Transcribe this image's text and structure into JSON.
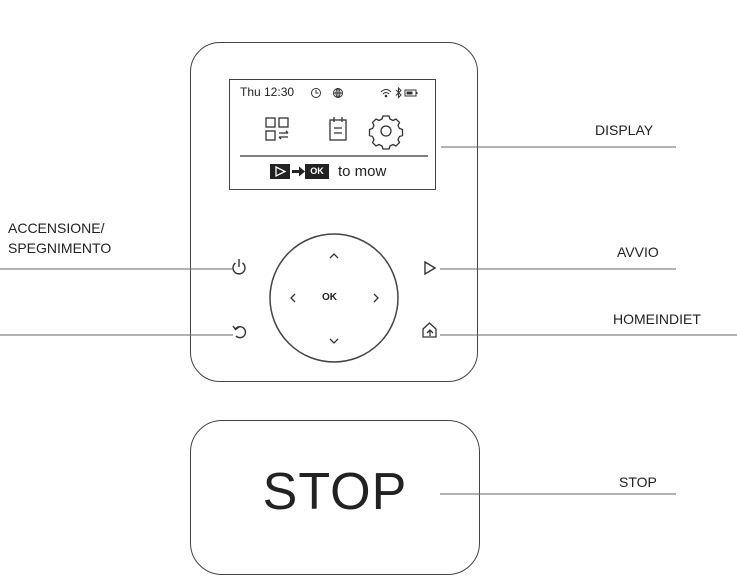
{
  "screen": {
    "time": "Thu 12:30",
    "ok_key": "OK",
    "mow_text": "to mow"
  },
  "controls": {
    "ok_label": "OK",
    "stop_label": "STOP"
  },
  "callouts": {
    "display": "DISPLAY",
    "power_line1": "ACCENSIONE/",
    "power_line2": "SPEGNIMENTO",
    "start": "AVVIO",
    "home_back": "HOMEINDIET",
    "stop": "STOP"
  },
  "icons": {
    "clock": "clock-icon",
    "globe": "globe-icon",
    "wifi": "wifi-icon",
    "bluetooth": "bluetooth-icon",
    "battery": "battery-icon",
    "menu_grid": "grid-menu-icon",
    "schedule": "calendar-icon",
    "settings": "gear-icon",
    "play": "play-icon",
    "power": "power-icon",
    "back": "back-icon",
    "home": "home-icon"
  }
}
